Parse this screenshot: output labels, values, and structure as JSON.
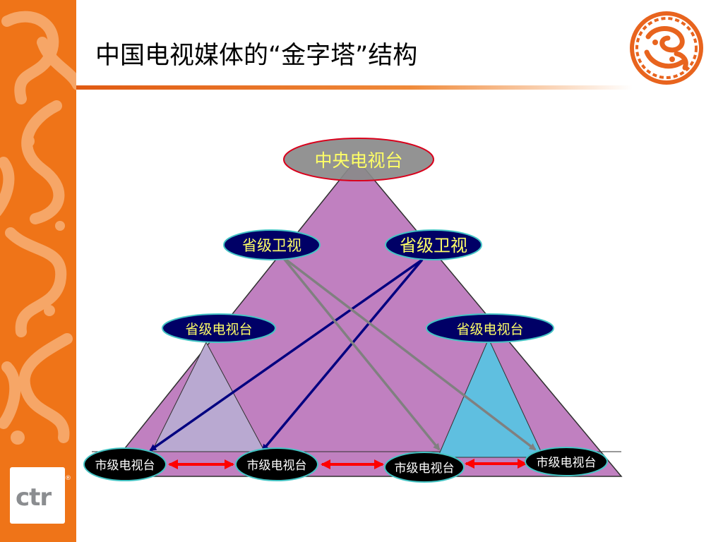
{
  "title": "中国电视媒体的“金字塔”结构",
  "brand": {
    "logo_text": "ctr",
    "registered_mark": "®"
  },
  "colors": {
    "sidebar": "#ef7418",
    "pyramid": "#c080c0",
    "left_sub_pyramid": "#b9a9d1",
    "right_sub_pyramid": "#5fbfe0",
    "node_fill": "#000066",
    "node_border": "#44c4c4",
    "top_node_fill": "#8a8a8a",
    "top_node_border": "#d9001b",
    "node_text": "#ffff66",
    "arrow_blue": "#000080",
    "arrow_gray": "#808080",
    "arrow_red": "#ff0000"
  },
  "nodes": {
    "cctv": "中央电视台",
    "satellite_left": "省级卫视",
    "satellite_right": "省级卫视",
    "provincial_left": "省级电视台",
    "provincial_right": "省级电视台",
    "city_1": "市级电视台",
    "city_2": "市级电视台",
    "city_3": "市级电视台",
    "city_4": "市级电视台"
  }
}
